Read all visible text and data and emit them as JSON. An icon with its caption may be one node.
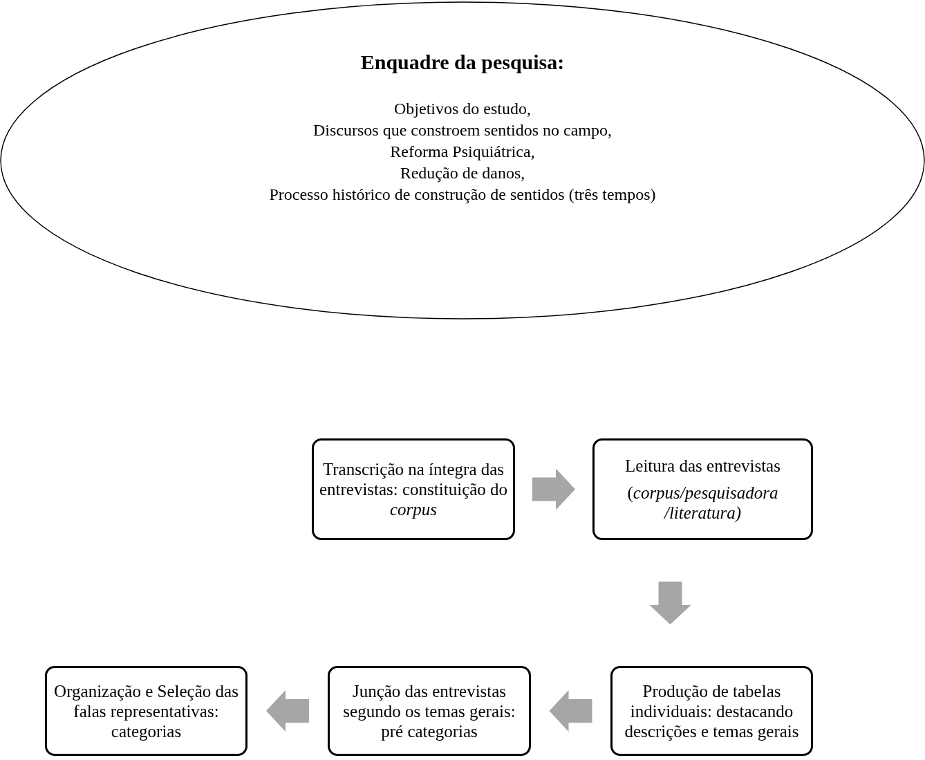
{
  "diagram": {
    "nodes": [
      {
        "text": [
          "Enquadre da pesquisa:",
          "Objetivos do estudo,",
          "Discursos que constroem sentidos no campo,",
          "Reforma Psiquiátrica,",
          "Redução de danos,",
          "Processo histórico de construção de sentidos (três tempos)"
        ]
      },
      {
        "text": [
          "Transcrição na íntegra das entrevistas: constituição do *corpus*"
        ]
      },
      {
        "text": [
          "Leitura das entrevistas",
          "(*corpus/pesquisadora /literatura)*"
        ]
      },
      {
        "text": [
          "Produção de tabelas individuais: destacando descrições e temas gerais"
        ]
      },
      {
        "text": [
          "Junção das entrevistas segundo os temas gerais: pré categorias"
        ]
      },
      {
        "text": [
          "Organização e Seleção das falas representativas: categorias"
        ]
      }
    ],
    "edges": [
      {
        "from": 1,
        "to": 2,
        "arrow": "to"
      },
      {
        "from": 2,
        "to": 3,
        "arrow": "to"
      },
      {
        "from": 3,
        "to": 4,
        "arrow": "to"
      },
      {
        "from": 4,
        "to": 5,
        "arrow": "to"
      }
    ]
  }
}
